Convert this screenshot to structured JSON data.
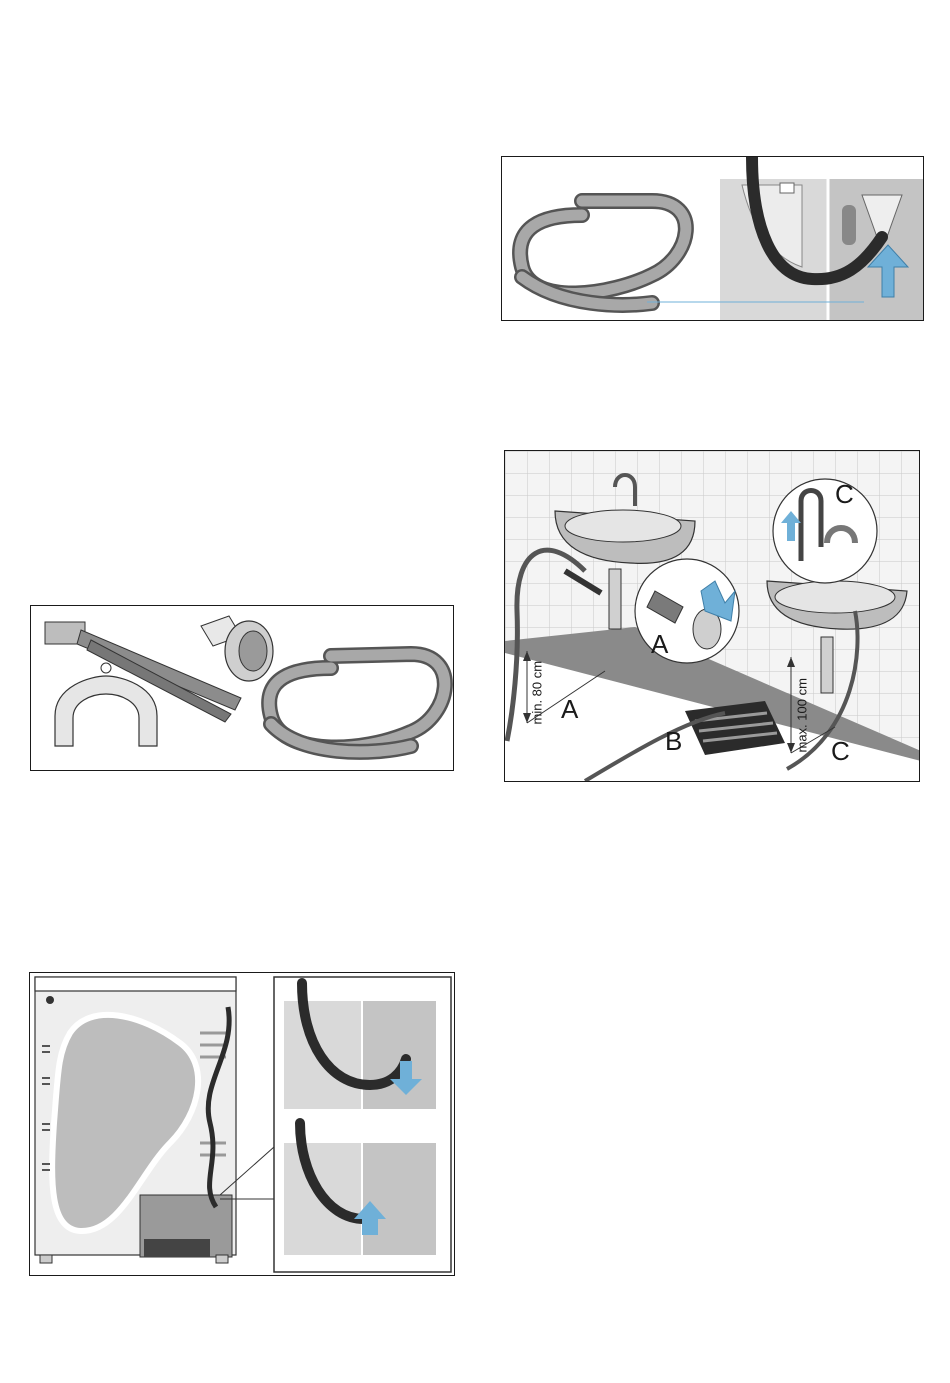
{
  "figures": {
    "drain_hose_connection": {},
    "accessories": {},
    "sink_installation": {
      "label_a_zoom": "A",
      "label_c_zoom": "C",
      "label_a_floor": "A",
      "label_b": "B",
      "label_c_floor": "C",
      "dim_min": "min. 80 cm",
      "dim_max": "max. 100 cm"
    },
    "dryer_rear": {}
  },
  "colors": {
    "outline": "#1a1a1a",
    "hose": "#8c8c8c",
    "hose_dark": "#2b2b2b",
    "arrow": "#6fb0d8",
    "panel": "#d9d9d9",
    "tile": "#c9c9c9"
  }
}
